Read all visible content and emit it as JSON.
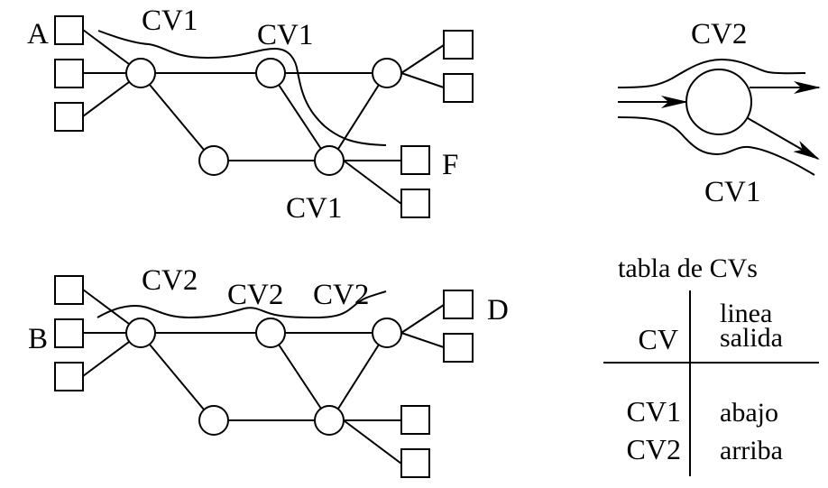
{
  "top_network": {
    "host_label_source": "A",
    "host_label_dest": "F",
    "cv_labels": [
      "CV1",
      "CV1",
      "CV1"
    ]
  },
  "bottom_network": {
    "host_label_source": "B",
    "host_label_dest": "D",
    "cv_labels": [
      "CV2",
      "CV2",
      "CV2"
    ]
  },
  "switch_detail": {
    "top_label": "CV2",
    "bottom_label": "CV1"
  },
  "cv_table": {
    "title": "tabla de CVs",
    "header_cv": "CV",
    "header_line_1": "linea",
    "header_line_2": "salida",
    "rows": [
      {
        "cv": "CV1",
        "line": "abajo"
      },
      {
        "cv": "CV2",
        "line": "arriba"
      }
    ]
  }
}
